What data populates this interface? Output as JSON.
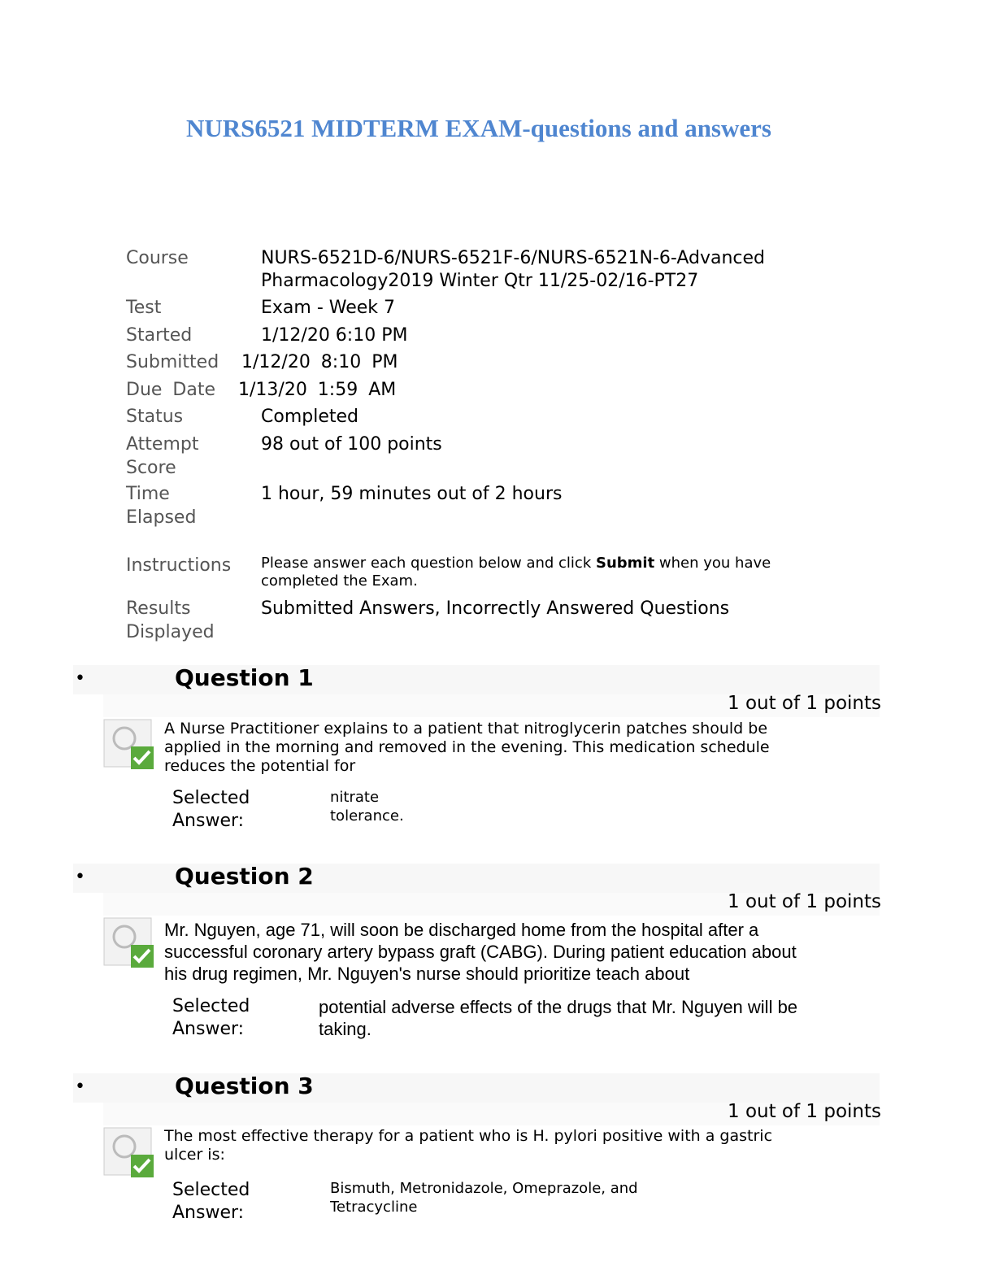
{
  "title": "NURS6521 MIDTERM EXAM-questions and answers",
  "details": [
    {
      "label": "Course",
      "value": "NURS-6521D-6/NURS-6521F-6/NURS-6521N-6-Advanced Pharmacology2019 Winter Qtr 11/25-02/16-PT27"
    },
    {
      "label": "Test",
      "value": "Exam - Week 7"
    },
    {
      "label": "Started",
      "value": "1/12/20 6:10 PM"
    },
    {
      "label": "Submitted",
      "value": "1/12/20 8:10 PM"
    },
    {
      "label": "Due Date",
      "value": "1/13/20 1:59 AM"
    },
    {
      "label": "Status",
      "value": "Completed"
    },
    {
      "label": "Attempt Score",
      "value": "98 out of 100 points"
    },
    {
      "label": "Time Elapsed",
      "value": "1 hour, 59 minutes out of 2 hours"
    },
    {
      "label": "Instructions",
      "value_pre": "Please answer each question below and click ",
      "value_bold": "Submit",
      "value_post": " when you have completed the Exam."
    },
    {
      "label": "Results Displayed",
      "value": "Submitted Answers, Incorrectly Answered Questions"
    }
  ],
  "bullet": "•",
  "selected_label": "Selected Answer:",
  "questions": [
    {
      "title": "Question 1",
      "points": "1 out of 1 points",
      "text": "A Nurse Practitioner explains to a patient that nitroglycerin patches should be applied in the morning and removed in the evening. This medication schedule reduces the potential for",
      "answer": "nitrate tolerance."
    },
    {
      "title": "Question 2",
      "points": "1 out of 1 points",
      "text": "Mr. Nguyen, age 71, will soon be discharged home from the hospital after a successful coronary artery bypass graft (CABG). During patient education about his drug regimen, Mr. Nguyen's nurse should prioritize teach about",
      "answer": "potential adverse effects of the drugs that Mr. Nguyen will be taking."
    },
    {
      "title": "Question 3",
      "points": "1 out of 1 points",
      "text": "The most effective therapy for a patient who is H. pylori positive with a gastric ulcer is:",
      "answer": "Bismuth, Metronidazole, Omeprazole, and Tetracycline"
    }
  ]
}
